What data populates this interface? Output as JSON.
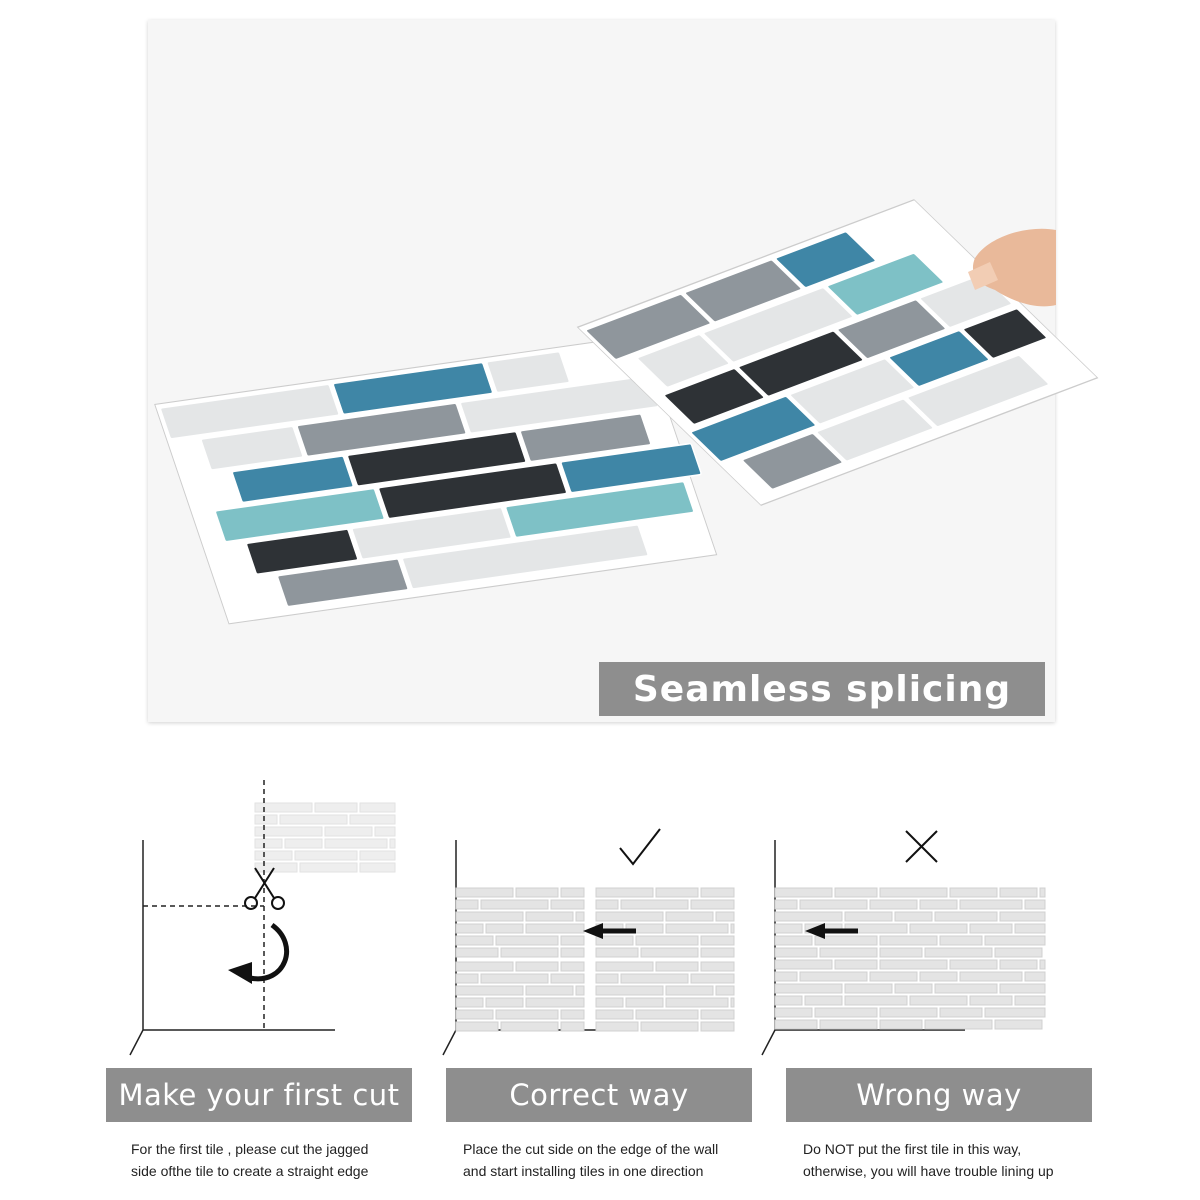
{
  "hero": {
    "banner": "Seamless splicing"
  },
  "steps": [
    {
      "title": "Make your first cut",
      "line1": "For the first tile , please cut the jagged",
      "line2": "side ofthe tile to create a straight edge",
      "icon": "scissors-icon"
    },
    {
      "title": "Correct way",
      "line1": "Place the cut side on the edge of the wall",
      "line2": "and start installing tiles in one direction",
      "icon": "check-icon"
    },
    {
      "title": "Wrong way",
      "line1": "Do NOT put the first tile in this way,",
      "line2": "otherwise, you will have trouble lining up",
      "icon": "x-icon"
    }
  ],
  "colors": {
    "banner": "#8e8e8e",
    "blue": "#3f86a6",
    "teal": "#7ec1c6",
    "dark": "#2e3236",
    "grey": "#8f969c",
    "white": "#e4e6e7"
  }
}
